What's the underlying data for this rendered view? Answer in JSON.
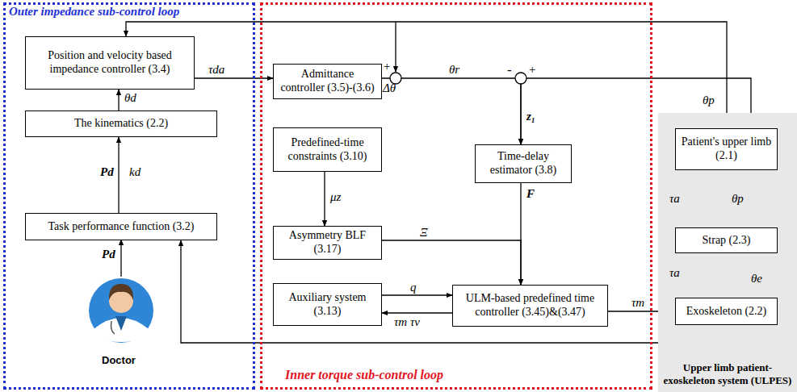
{
  "diagram": {
    "nodes": [
      {
        "text": [
          "Outer impedance sub-control loop"
        ]
      },
      {
        "text": [
          "Position and velocity based impedance controller (3.4)"
        ],
        "in": 0
      },
      {
        "text": [
          "The kinematics (2.2)"
        ],
        "in": 0
      },
      {
        "text": [
          "Task performance function (3.2)"
        ],
        "in": 0
      },
      {
        "text": [
          "Inner torque sub-control loop"
        ]
      },
      {
        "text": [
          "Admittance controller (3.5)-(3.6)"
        ],
        "in": 4
      },
      {
        "text": [
          "Predefined-time constraints (3.10)"
        ],
        "in": 4
      },
      {
        "text": [
          "Time-delay estimator (3.8)"
        ],
        "in": 4
      },
      {
        "text": [
          "Asymmetry BLF (3.17)"
        ],
        "in": 4
      },
      {
        "text": [
          "Auxiliary system (3.13)"
        ],
        "in": 4
      },
      {
        "text": [
          "ULM-based predefined time controller (3.45)&(3.47)"
        ],
        "in": 4
      },
      {
        "text": [
          "Upper limb patient-exoskeleton system (ULPES)"
        ]
      },
      {
        "text": [
          "Patient's upper limb (2.1)"
        ],
        "in": 11
      },
      {
        "text": [
          "Strap (2.3)"
        ],
        "in": 11
      },
      {
        "text": [
          "Exoskeleton (2.2)"
        ],
        "in": 11
      }
    ],
    "edges": [
      {
        "from": 3,
        "to": 2,
        "arrow": "to",
        "label": "Pd"
      },
      {
        "from": 2,
        "to": 1,
        "arrow": "to",
        "label": "θd"
      },
      {
        "from": 1,
        "to": 5,
        "arrow": "to",
        "label": "τda"
      },
      {
        "from": 5,
        "to": 7,
        "arrow": "to",
        "label": "Δθ"
      },
      {
        "from": 12,
        "to": 7,
        "arrow": "to"
      },
      {
        "from": 12,
        "to": 1,
        "arrow": "to"
      },
      {
        "from": 6,
        "to": 8,
        "arrow": "to",
        "label": "μz"
      },
      {
        "from": 7,
        "to": 10,
        "arrow": "to",
        "label": "F"
      },
      {
        "from": 8,
        "to": 10,
        "arrow": "to",
        "label": "Ξ"
      },
      {
        "from": 9,
        "to": 10,
        "arrow": "to",
        "label": "q"
      },
      {
        "from": 10,
        "to": 9,
        "arrow": "to",
        "label": "τm τv"
      },
      {
        "from": 10,
        "to": 14,
        "arrow": "to",
        "label": "τm"
      },
      {
        "from": 14,
        "to": 13,
        "arrow": "to",
        "label": "τa"
      },
      {
        "from": 13,
        "to": 12,
        "arrow": "to",
        "label": "τa"
      },
      {
        "from": 12,
        "to": 13,
        "arrow": "to",
        "label": "θp"
      },
      {
        "from": 14,
        "to": 13,
        "arrow": "to",
        "label": "θe"
      },
      {
        "from": 14,
        "to": 3,
        "arrow": "to"
      }
    ],
    "labels": [
      "kd",
      "θp",
      "+",
      "-",
      "+",
      "θr",
      "z₁",
      "Pd",
      "Doctor"
    ]
  }
}
